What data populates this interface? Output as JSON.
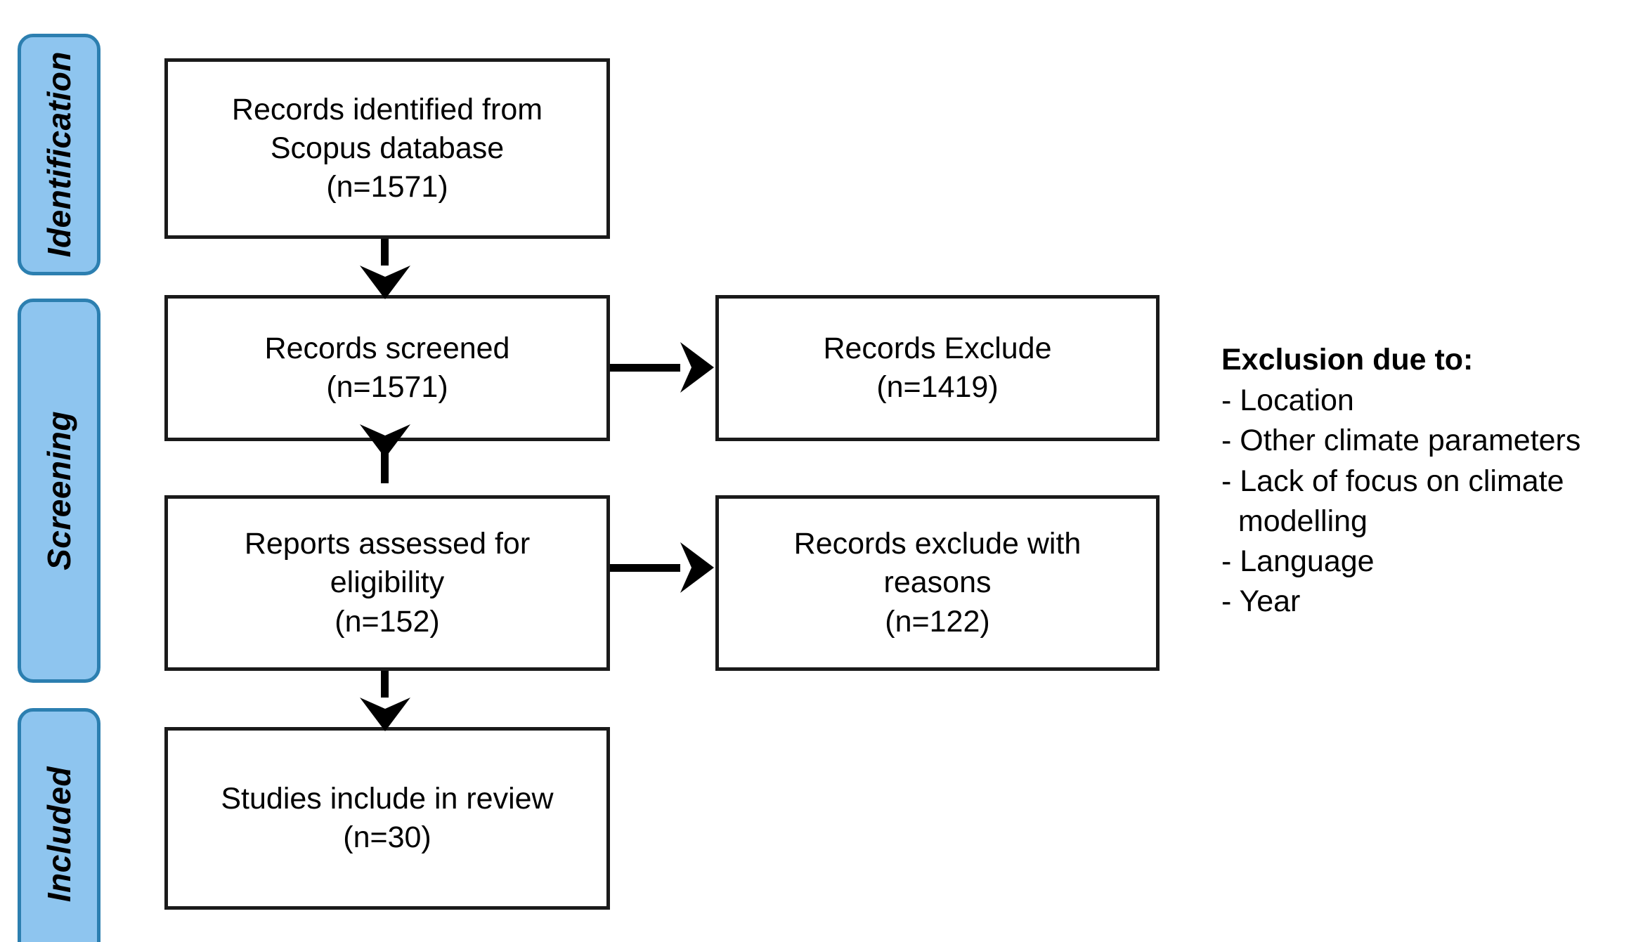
{
  "diagram": {
    "type": "prisma-flow-diagram",
    "title": "PRISMA flow diagram",
    "colors": {
      "band_fill": "#8ec5ef",
      "band_border": "#2c7fb0",
      "box_fill": "#ffffff",
      "box_border": "#1a1a1a",
      "text": "#000000",
      "background": "#ffffff"
    }
  },
  "stages": [
    {
      "id": "identification",
      "label": "Identification"
    },
    {
      "id": "screening",
      "label": "Screening"
    },
    {
      "id": "included",
      "label": "Included"
    }
  ],
  "boxes": {
    "identified": {
      "lines": [
        "Records identified from",
        "Scopus database",
        "(n=1571)"
      ],
      "line1": "Records identified from",
      "line2": "Scopus database",
      "line3": "(n=1571)",
      "count": 1571
    },
    "screened": {
      "lines": [
        "Records screened",
        "(n=1571)"
      ],
      "line1": "Records screened",
      "line2": "(n=1571)",
      "count": 1571
    },
    "records_excluded": {
      "lines": [
        "Records Exclude",
        "(n=1419)"
      ],
      "line1": "Records Exclude",
      "line2": "(n=1419)",
      "count": 1419
    },
    "eligibility": {
      "lines": [
        "Reports assessed for",
        "eligibility",
        "(n=152)"
      ],
      "line1": "Reports assessed for",
      "line2": "eligibility",
      "line3": "(n=152)",
      "count": 152
    },
    "excluded_reasons": {
      "lines": [
        "Records exclude with",
        "reasons",
        "(n=122)"
      ],
      "line1": "Records exclude with",
      "line2": "reasons",
      "line3": "(n=122)",
      "count": 122
    },
    "included": {
      "lines": [
        "Studies include in review",
        "(n=30)"
      ],
      "line1": "Studies include in review",
      "line2": "(n=30)",
      "count": 30
    }
  },
  "exclusion_notes": {
    "title": "Exclusion due to:",
    "items": [
      "- Location",
      "- Other climate parameters",
      "- Lack of focus on climate\n  modelling",
      "- Language",
      "- Year"
    ],
    "item0": "- Location",
    "item1": "- Other climate parameters",
    "item2": "- Lack of focus on climate\n  modelling",
    "item3": "- Language",
    "item4": "- Year"
  }
}
